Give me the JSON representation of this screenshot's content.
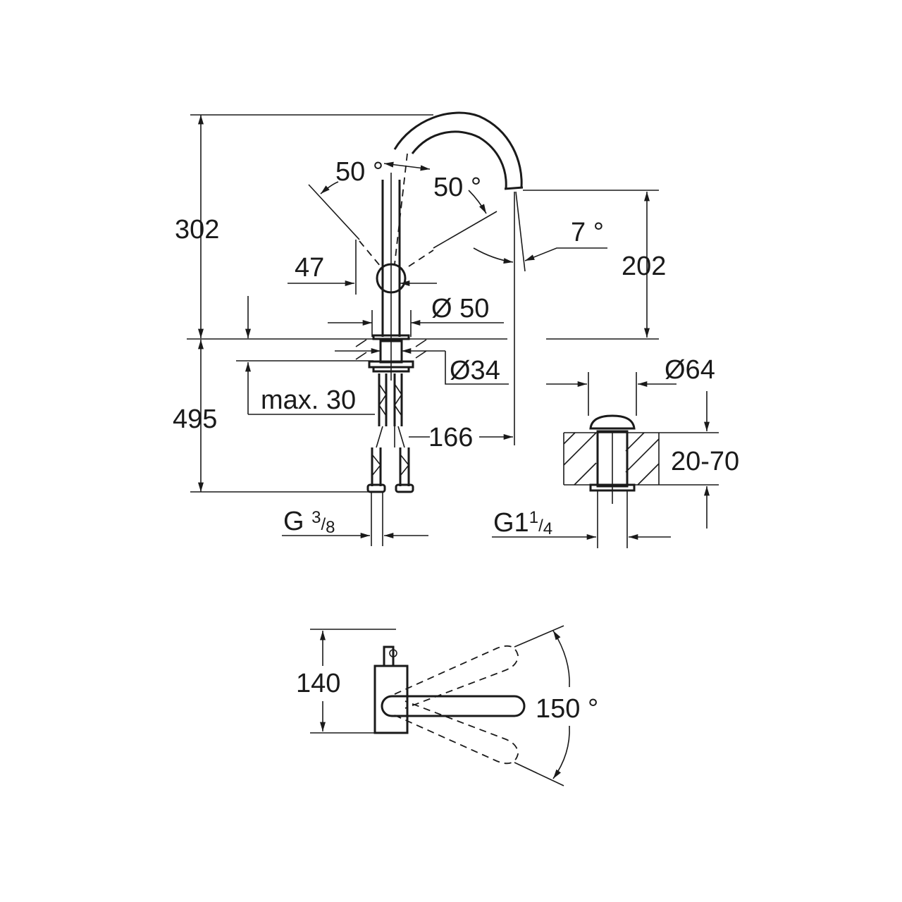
{
  "drawing": {
    "stroke_color": "#1a1a1a",
    "dimensions": {
      "total_height": "302",
      "spout_height": "202",
      "below_deck_length": "495",
      "handle_offset": "47",
      "lever_angle_left": "50 °",
      "lever_angle_right": "50 °",
      "spout_angle": "7 °",
      "body_diameter": "Ø 50",
      "shank_diameter": "Ø34",
      "max_deck_thickness": "max. 30",
      "spout_reach": "166",
      "inlet_thread": {
        "base": "G ",
        "num": "3",
        "den": "8"
      },
      "waste_diameter": "Ø64",
      "counter_thickness": "20-70",
      "waste_thread": {
        "base": "G1",
        "num": "1",
        "den": "4"
      },
      "top_view_depth": "140",
      "swivel_angle": "150 °"
    }
  }
}
